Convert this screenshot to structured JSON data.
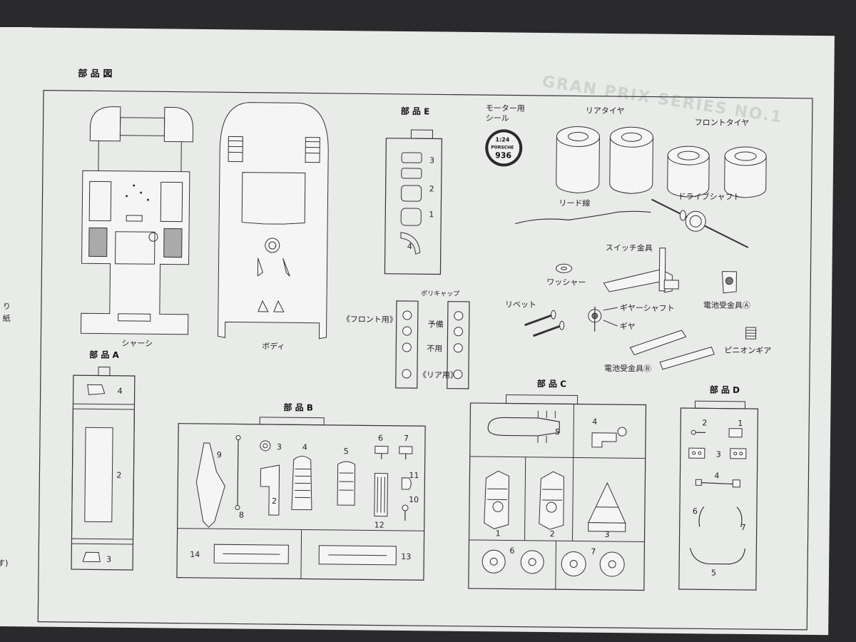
{
  "sheet": {
    "title": "部 品 図",
    "watermark": "GRAN PRIX SERIES NO.1",
    "left_edge_fragments": [
      "り",
      "紙",
      "す)"
    ]
  },
  "chassis": {
    "label": "シャーシ"
  },
  "body": {
    "label": "ボディ"
  },
  "part_e": {
    "title": "部 品 E",
    "numbers": [
      "3",
      "2",
      "1",
      "4"
    ]
  },
  "motor_seal": {
    "label_line1": "モーター用",
    "label_line2": "シール",
    "seal_scale": "1:24",
    "seal_brand": "PORSCHE",
    "seal_number": "936"
  },
  "tires": {
    "rear_label": "リアタイヤ",
    "front_label": "フロントタイヤ"
  },
  "misc": {
    "lead_wire": "リード線",
    "drive_shaft": "ドライブシャフト",
    "switch_bracket": "スイッチ金具",
    "washer": "ワッシャー",
    "rivet": "リベット",
    "gear_shaft": "ギヤーシャフト",
    "gear": "ギヤ",
    "battery_a": "電池受金具Ⓐ",
    "battery_b": "電池受金具Ⓑ",
    "pinion": "ピニオンギア"
  },
  "polycap": {
    "title": "ポリキャップ",
    "front": "《フロント用》",
    "spare": "予備",
    "unused": "不用",
    "rear": "《リア用》"
  },
  "part_a": {
    "title": "部 品 A",
    "numbers": [
      "4",
      "2",
      "3"
    ]
  },
  "part_b": {
    "title": "部 品 B",
    "numbers": [
      "9",
      "8",
      "3",
      "2",
      "4",
      "5",
      "6",
      "7",
      "11",
      "10",
      "12",
      "14",
      "13"
    ]
  },
  "part_c": {
    "title": "部 品 C",
    "numbers": [
      "5",
      "4",
      "1",
      "2",
      "3",
      "6",
      "7"
    ]
  },
  "part_d": {
    "title": "部 品 D",
    "numbers": [
      "2",
      "1",
      "3",
      "4",
      "6",
      "7",
      "5"
    ]
  },
  "colors": {
    "paper": "#e9ebe9",
    "ink": "#222222",
    "background": "#2a2a2c"
  }
}
